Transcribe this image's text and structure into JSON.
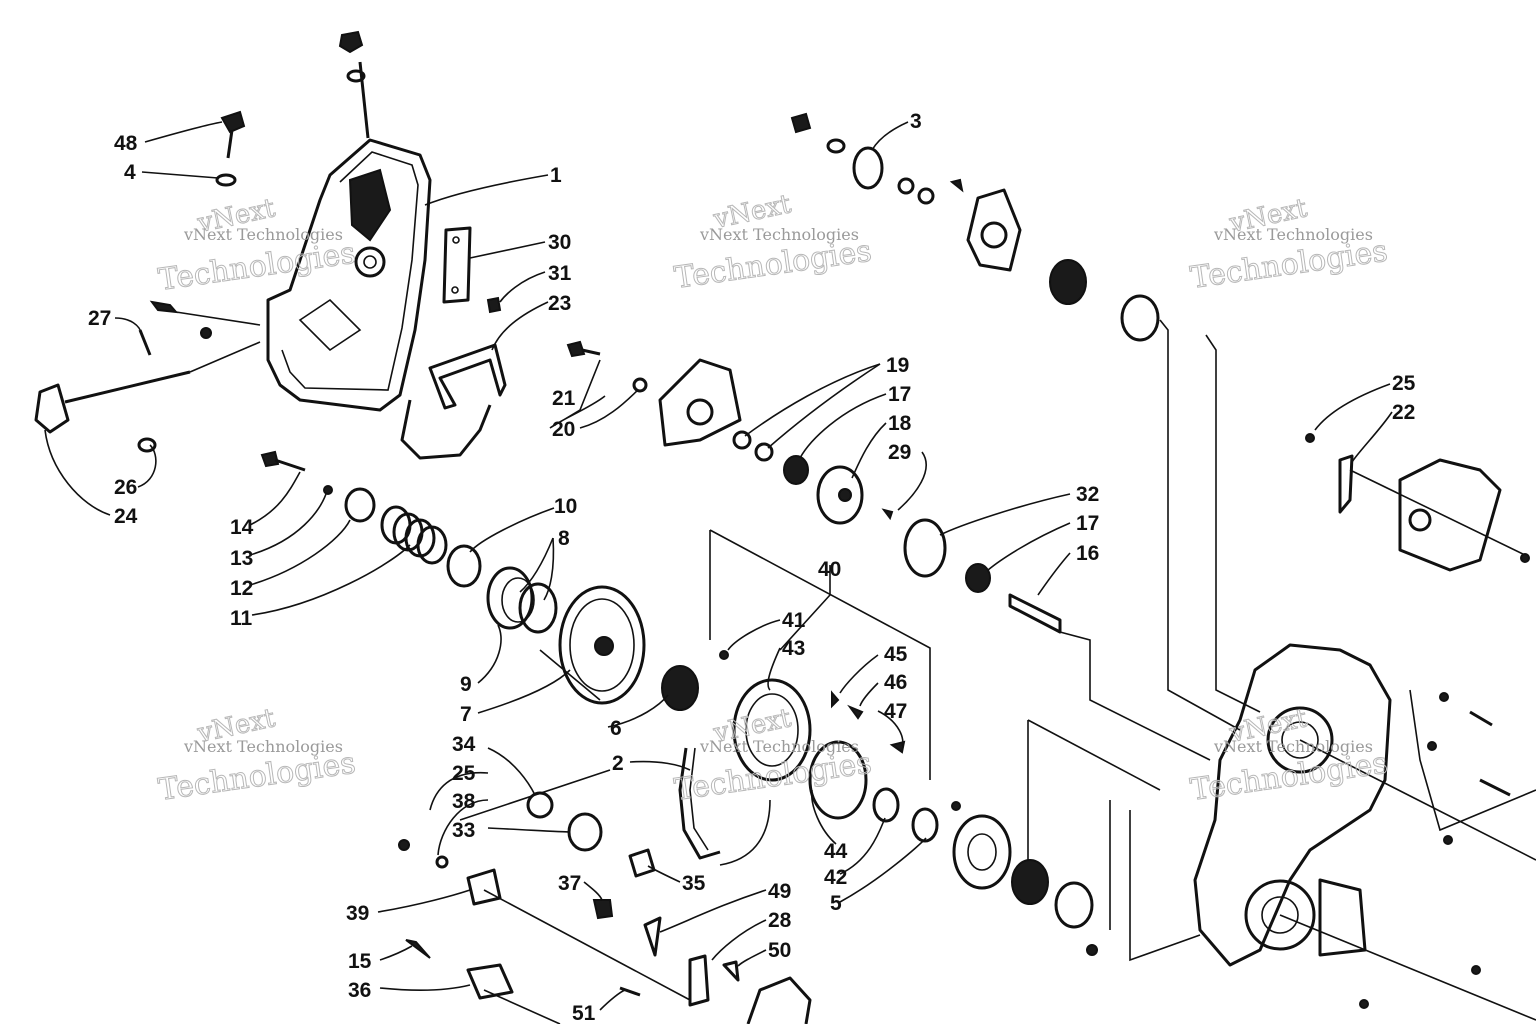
{
  "watermark": {
    "line1": "vNext",
    "line2": "vNext Technologies",
    "line3": "Technologies"
  },
  "callouts": [
    "1",
    "2",
    "3",
    "4",
    "5",
    "6",
    "7",
    "8",
    "9",
    "10",
    "11",
    "12",
    "13",
    "14",
    "15",
    "16",
    "17",
    "17",
    "18",
    "19",
    "20",
    "21",
    "22",
    "23",
    "24",
    "25",
    "25",
    "26",
    "27",
    "28",
    "29",
    "30",
    "31",
    "32",
    "33",
    "34",
    "35",
    "36",
    "37",
    "38",
    "39",
    "40",
    "41",
    "42",
    "43",
    "44",
    "45",
    "46",
    "47",
    "48",
    "49",
    "50",
    "51"
  ],
  "labels": {
    "c1": "1",
    "c2": "2",
    "c3": "3",
    "c4": "4",
    "c5": "5",
    "c6": "6",
    "c7": "7",
    "c8": "8",
    "c9": "9",
    "c10": "10",
    "c11": "11",
    "c12": "12",
    "c13": "13",
    "c14": "14",
    "c15": "15",
    "c16": "16",
    "c17a": "17",
    "c17b": "17",
    "c18": "18",
    "c19": "19",
    "c20": "20",
    "c21": "21",
    "c22": "22",
    "c23": "23",
    "c24": "24",
    "c25a": "25",
    "c25b": "25",
    "c26": "26",
    "c27": "27",
    "c28": "28",
    "c29": "29",
    "c30": "30",
    "c31": "31",
    "c32": "32",
    "c33": "33",
    "c34": "34",
    "c35": "35",
    "c36": "36",
    "c37": "37",
    "c38": "38",
    "c39": "39",
    "c40": "40",
    "c41": "41",
    "c42": "42",
    "c43": "43",
    "c44": "44",
    "c45": "45",
    "c46": "46",
    "c47": "47",
    "c48": "48",
    "c49": "49",
    "c50": "50",
    "c51": "51"
  }
}
